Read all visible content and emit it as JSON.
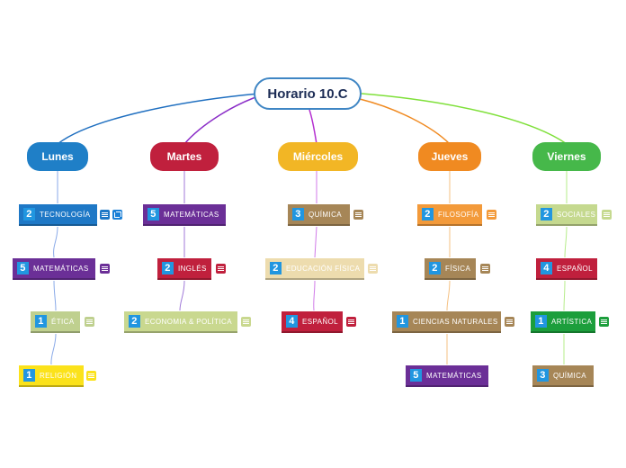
{
  "title": "Horario 10.C",
  "colors": {
    "root_border": "#3f86c4",
    "lunes": "#1f7fc7",
    "martes": "#c0203d",
    "miercoles": "#f2b625",
    "jueves": "#f08a21",
    "viernes": "#46b84a",
    "tecnologia": "#1e78c6",
    "matematicas": "#6b2f97",
    "etica": "#bfd08f",
    "religion": "#fbe21b",
    "ingles": "#c0203d",
    "economia": "#c9d88f",
    "quimica": "#a68657",
    "educacion_fisica": "#eddcae",
    "espanol": "#c0203d",
    "filosofia": "#f39a3a",
    "fisica": "#a68657",
    "ciencias_naturales": "#a68657",
    "sociales": "#c5d98f",
    "artistica": "#1c9e3c",
    "number_badge": "#2196e0"
  },
  "days": [
    {
      "label": "Lunes",
      "subjects": [
        {
          "hours": "2",
          "name": "TECNOLOGÍA",
          "icons": [
            "notes-icon",
            "external-link-icon"
          ]
        },
        {
          "hours": "5",
          "name": "MATEMÁTICAS",
          "icons": [
            "notes-icon"
          ]
        },
        {
          "hours": "1",
          "name": "ÉTICA",
          "icons": [
            "notes-icon"
          ]
        },
        {
          "hours": "1",
          "name": "RELIGIÓN",
          "icons": [
            "notes-icon"
          ]
        }
      ]
    },
    {
      "label": "Martes",
      "subjects": [
        {
          "hours": "5",
          "name": "MATEMÁTICAS",
          "icons": []
        },
        {
          "hours": "2",
          "name": "INGLÉS",
          "icons": [
            "notes-icon"
          ]
        },
        {
          "hours": "2",
          "name": "ECONOMIA & POLÍTICA",
          "icons": [
            "notes-icon"
          ]
        }
      ]
    },
    {
      "label": "Miércoles",
      "subjects": [
        {
          "hours": "3",
          "name": "QUÍMICA",
          "icons": [
            "notes-icon"
          ]
        },
        {
          "hours": "2",
          "name": "EDUCACIÓN FÍSICA",
          "icons": [
            "notes-icon"
          ]
        },
        {
          "hours": "4",
          "name": "ESPAÑOL",
          "icons": [
            "notes-icon"
          ]
        }
      ]
    },
    {
      "label": "Jueves",
      "subjects": [
        {
          "hours": "2",
          "name": "FILOSOFÍA",
          "icons": [
            "notes-icon"
          ]
        },
        {
          "hours": "2",
          "name": "FÍSICA",
          "icons": [
            "notes-icon"
          ]
        },
        {
          "hours": "1",
          "name": "CIENCIAS NATURALES",
          "icons": [
            "notes-icon"
          ]
        },
        {
          "hours": "5",
          "name": "MATEMÁTICAS",
          "icons": []
        }
      ]
    },
    {
      "label": "Viernes",
      "subjects": [
        {
          "hours": "2",
          "name": "SOCIALES",
          "icons": [
            "notes-icon"
          ]
        },
        {
          "hours": "4",
          "name": "ESPAÑOL",
          "icons": []
        },
        {
          "hours": "1",
          "name": "ARTÍSTICA",
          "icons": [
            "notes-icon"
          ]
        },
        {
          "hours": "3",
          "name": "QUÍMICA",
          "icons": []
        }
      ]
    }
  ]
}
